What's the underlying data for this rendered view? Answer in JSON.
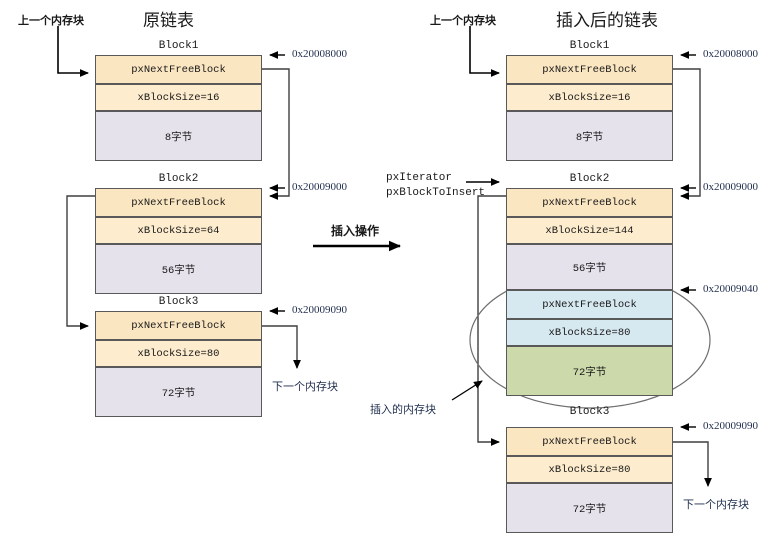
{
  "diagram": {
    "left_title": "原链表",
    "right_title": "插入后的链表",
    "operation_label": "插入操作"
  },
  "colors": {
    "header_fill": "#fbe6c2",
    "size_fill": "#fdeccd",
    "payload_fill": "#e6e2ec",
    "inserted_header_fill": "#d7e9f0",
    "inserted_payload_fill": "#ccd9ab",
    "stroke": "#595959",
    "arrow": "#000000",
    "address_text": "#1f2d4d",
    "ellipse": "#6f6f6f"
  },
  "left": {
    "prev_label": "上一个内存块",
    "next_label": "下一个内存块",
    "blocks": [
      {
        "name": "Block1",
        "address": "0x20008000",
        "header": "pxNextFreeBlock",
        "size": "xBlockSize=16",
        "payload": "8字节"
      },
      {
        "name": "Block2",
        "address": "0x20009000",
        "header": "pxNextFreeBlock",
        "size": "xBlockSize=64",
        "payload": "56字节"
      },
      {
        "name": "Block3",
        "address": "0x20009090",
        "header": "pxNextFreeBlock",
        "size": "xBlockSize=80",
        "payload": "72字节"
      }
    ]
  },
  "right": {
    "prev_label": "上一个内存块",
    "next_label": "下一个内存块",
    "inserted_label": "插入的内存块",
    "pointer_iterator": "pxIterator",
    "pointer_block_to_insert": "pxBlockToInsert",
    "blocks": [
      {
        "name": "Block1",
        "address": "0x20008000",
        "header": "pxNextFreeBlock",
        "size": "xBlockSize=16",
        "payload": "8字节"
      },
      {
        "name": "Block2",
        "address": "0x20009000",
        "header": "pxNextFreeBlock",
        "size": "xBlockSize=144",
        "payload": "56字节"
      },
      {
        "name": "Block3",
        "address": "0x20009090",
        "header": "pxNextFreeBlock",
        "size": "xBlockSize=80",
        "payload": "72字节"
      }
    ],
    "inserted_block": {
      "address": "0x20009040",
      "header": "pxNextFreeBlock",
      "size": "xBlockSize=80",
      "payload": "72字节"
    }
  }
}
